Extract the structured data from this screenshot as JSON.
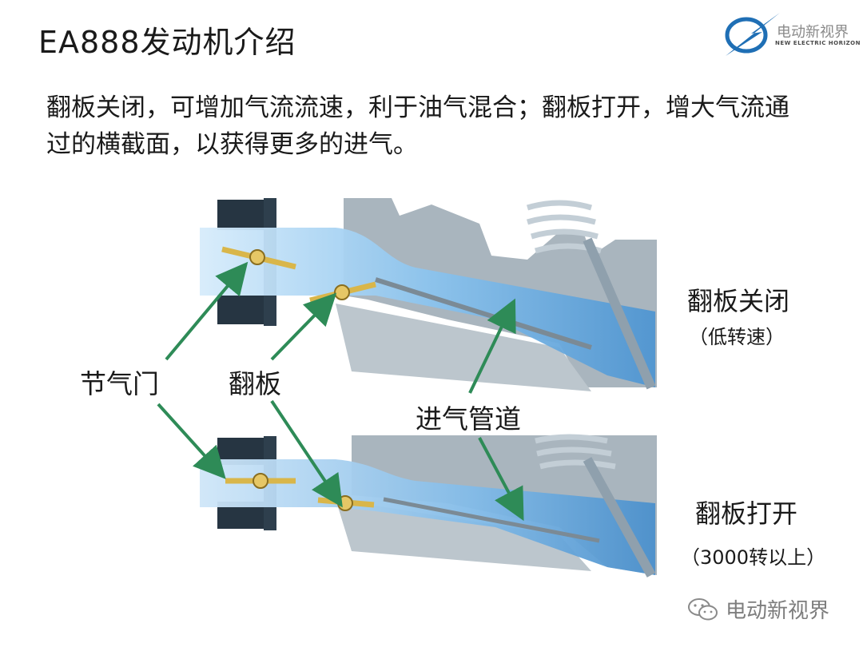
{
  "title": "EA888发动机介绍",
  "logo": {
    "name": "电动新视界",
    "subtitle": "NEW ELECTRIC HORIZON",
    "color": "#1f6fb5"
  },
  "description": "翻板关闭，可增加气流流速，利于油气混合；翻板打开，增大气流通过的横截面，以获得更多的进气。",
  "diagram": {
    "top_state": {
      "label": "翻板关闭",
      "sublabel": "（低转速）"
    },
    "bottom_state": {
      "label": "翻板打开",
      "sublabel": "（3000转以上）"
    },
    "parts": {
      "throttle": "节气门",
      "flap": "翻板",
      "intake_port": "进气管道"
    },
    "colors": {
      "arrow": "#2e8b57",
      "airflow": "#6fb3e6",
      "housing": "#a6b3bc",
      "flange": "#263542",
      "plate": "#d9b64a"
    }
  },
  "watermark": {
    "text": "电动新视界",
    "icon": "wechat-icon"
  }
}
